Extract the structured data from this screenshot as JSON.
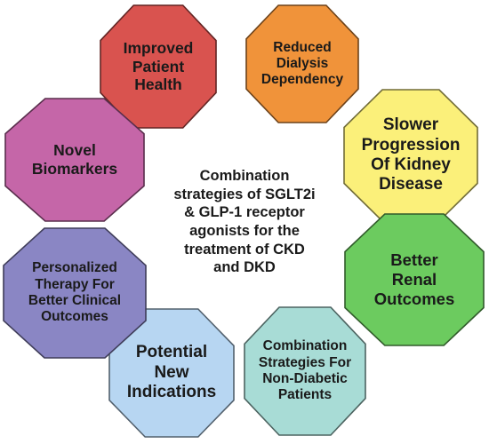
{
  "center_text": "Combination\nstrategies of SGLT2i\n& GLP-1 receptor\nagonists for the\ntreatment of CKD\nand DKD",
  "nodes": [
    {
      "id": "improved-patient-health",
      "label": "Improved\nPatient\nHealth",
      "color": "#d9534f"
    },
    {
      "id": "reduced-dialysis-dependency",
      "label": "Reduced\nDialysis\nDependency",
      "color": "#f0933a"
    },
    {
      "id": "slower-progression",
      "label": "Slower\nProgression\nOf Kidney\nDisease",
      "color": "#fbf07a"
    },
    {
      "id": "better-renal-outcomes",
      "label": "Better\nRenal\nOutcomes",
      "color": "#6ccb5f"
    },
    {
      "id": "combination-non-diabetic",
      "label": "Combination\nStrategies For\nNon-Diabetic\nPatients",
      "color": "#a8dcd6"
    },
    {
      "id": "potential-new-indications",
      "label": "Potential\nNew\nIndications",
      "color": "#b7d6f2"
    },
    {
      "id": "personalized-therapy",
      "label": "Personalized\nTherapy For\nBetter Clinical\nOutcomes",
      "color": "#8a86c4"
    },
    {
      "id": "novel-biomarkers",
      "label": "Novel\nBiomarkers",
      "color": "#c566a8"
    }
  ]
}
